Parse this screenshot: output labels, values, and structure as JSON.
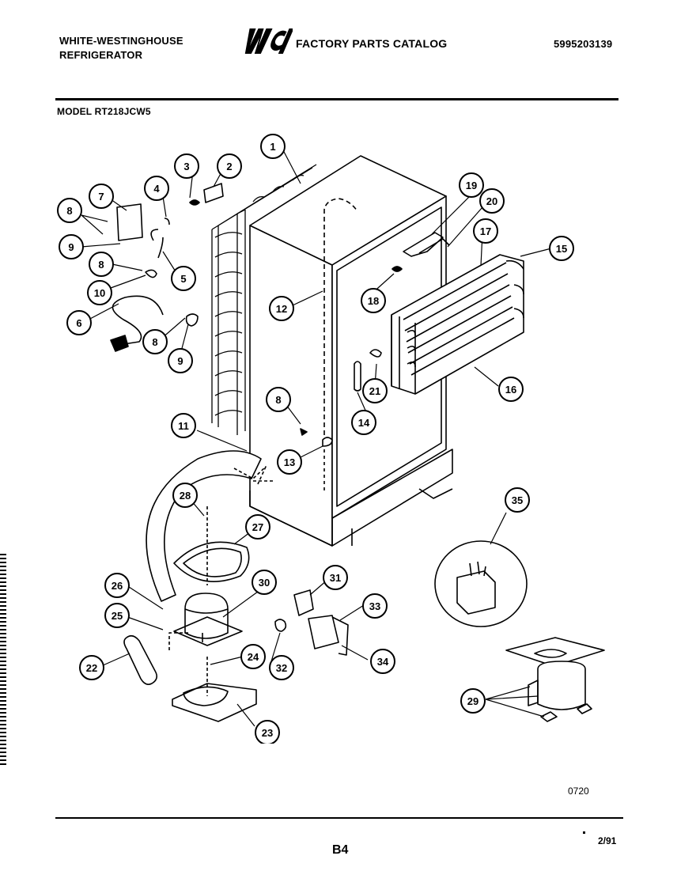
{
  "header": {
    "brand_line1": "WHITE-WESTINGHOUSE",
    "brand_line2": "REFRIGERATOR",
    "logo_text": "WCI",
    "catalog_title": "FACTORY PARTS CATALOG",
    "part_number": "5995203139"
  },
  "model": "MODEL RT218JCW5",
  "callouts": [
    "1",
    "2",
    "3",
    "4",
    "5",
    "6",
    "7",
    "8",
    "8",
    "8",
    "8",
    "9",
    "9",
    "10",
    "11",
    "12",
    "13",
    "14",
    "15",
    "16",
    "17",
    "18",
    "19",
    "20",
    "21",
    "22",
    "23",
    "24",
    "25",
    "26",
    "27",
    "28",
    "29",
    "30",
    "31",
    "32",
    "33",
    "34",
    "35"
  ],
  "footer": {
    "figure_code": "0720",
    "page": "B4",
    "date": "2/91"
  }
}
